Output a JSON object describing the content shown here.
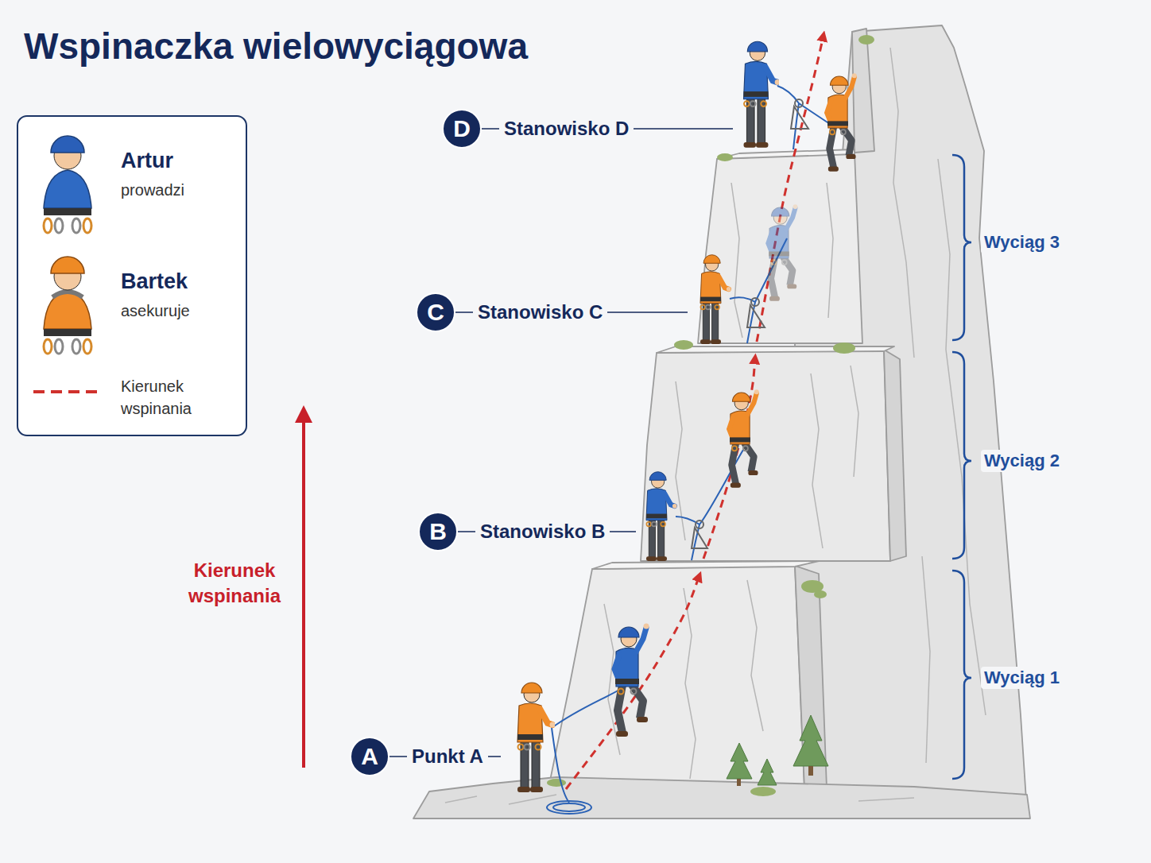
{
  "diagram": {
    "title": "Wspinaczka wielowyciągowa",
    "nodes": [
      {
        "text": [
          "D",
          "Stanowisko D"
        ]
      },
      {
        "text": [
          "C",
          "Stanowisko C"
        ]
      },
      {
        "text": [
          "B",
          "Stanowisko B"
        ]
      },
      {
        "text": [
          "A",
          "Punkt A"
        ]
      }
    ],
    "labels": [
      "prowadzi",
      "asekuruje",
      "Wyciąg 3",
      "Wyciąg 2",
      "Kierunek wspinania",
      "Wyciąg 1"
    ],
    "legend": [
      {
        "text": "Artur"
      },
      {
        "text": "Bartek"
      },
      {
        "text": "Kierunek wspinania"
      }
    ]
  }
}
